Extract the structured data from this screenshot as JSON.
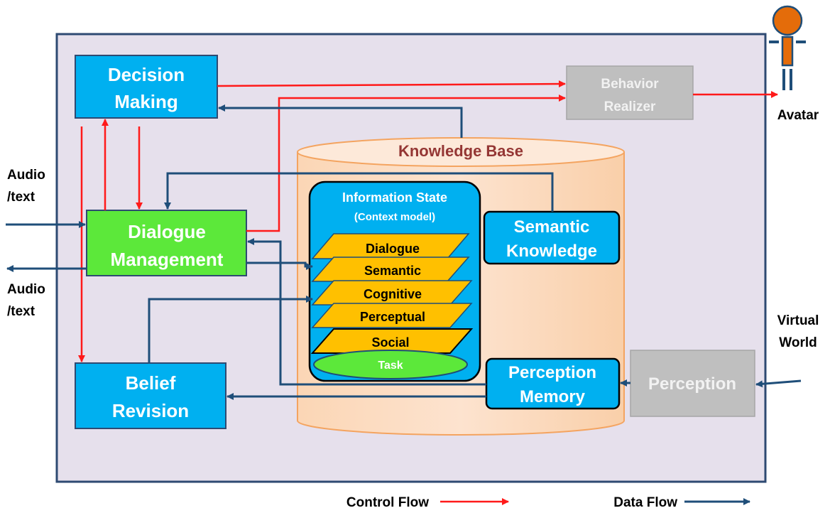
{
  "colors": {
    "control_flow": "#ff1a1a",
    "data_flow": "#1f4e79",
    "module_blue": "#00b0f0",
    "dialogue_green": "#5ce83a",
    "inactive_gray": "#bfbfbf",
    "knowledge_orange": "#f8cba5",
    "layer_gold": "#ffc000",
    "background_lavender": "#e6e0ec",
    "kb_title": "#943634"
  },
  "modules": {
    "decision_making": [
      "Decision",
      "Making"
    ],
    "behavior_realizer": [
      "Behavior",
      "Realizer"
    ],
    "dialogue_management": [
      "Dialogue",
      "Management"
    ],
    "belief_revision": [
      "Belief",
      "Revision"
    ],
    "semantic_knowledge": [
      "Semantic",
      "Knowledge"
    ],
    "perception_memory": [
      "Perception",
      "Memory"
    ],
    "perception": "Perception"
  },
  "knowledge_base": {
    "title": "Knowledge Base",
    "info_state_title": "Information State",
    "info_state_subtitle": "(Context model)",
    "layers": [
      "Dialogue",
      "Semantic",
      "Cognitive",
      "Perceptual",
      "Social"
    ],
    "base_layer": "Task"
  },
  "external": {
    "avatar": "Avatar",
    "avatar_icon": "person-icon",
    "audio_text_in": [
      "Audio",
      "/text"
    ],
    "audio_text_out": [
      "Audio",
      "/text"
    ],
    "virtual_world": [
      "Virtual",
      "World"
    ]
  },
  "legend": {
    "control_flow": "Control Flow",
    "data_flow": "Data Flow"
  }
}
